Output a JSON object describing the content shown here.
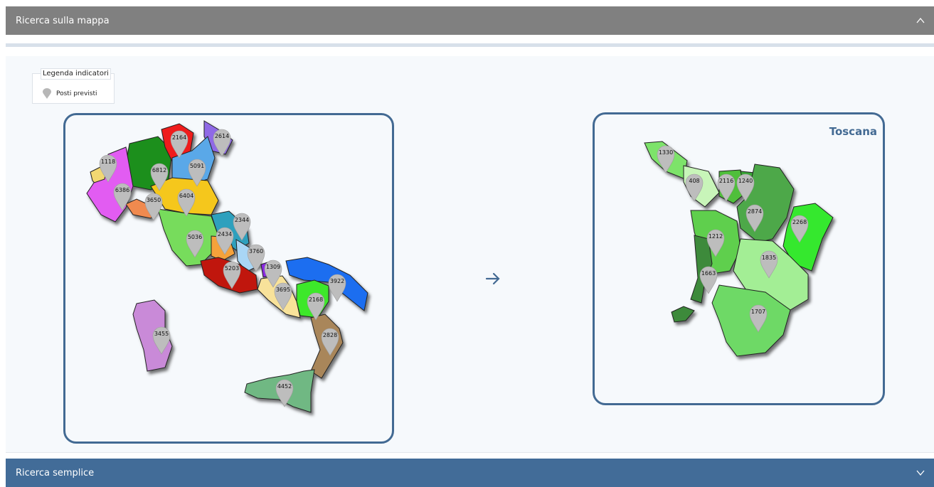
{
  "header_map": {
    "title": "Ricerca sulla mappa"
  },
  "header_simple": {
    "title": "Ricerca semplice"
  },
  "legend": {
    "title": "Legenda indicatori",
    "item": "Posti previsti"
  },
  "region_panel": {
    "title": "Toscana"
  },
  "italy_markers": [
    {
      "value": "2164",
      "color": "#ef1a1a"
    },
    {
      "value": "2614",
      "color": "#8f69e6"
    },
    {
      "value": "1118",
      "color": "#f2d872"
    },
    {
      "value": "6812",
      "color": "#1f8f1f"
    },
    {
      "value": "5091",
      "color": "#5aa8e8"
    },
    {
      "value": "6386",
      "color": "#e25cf2"
    },
    {
      "value": "3650",
      "color": "#f08a50"
    },
    {
      "value": "6404",
      "color": "#f5c71d"
    },
    {
      "value": "2344",
      "color": "#2fa0bd"
    },
    {
      "value": "5036",
      "color": "#77dc5c"
    },
    {
      "value": "2434",
      "color": "#f5a23a"
    },
    {
      "value": "3760",
      "color": "#a9d6f5"
    },
    {
      "value": "1309",
      "color": "#8a2be2"
    },
    {
      "value": "5203",
      "color": "#c0190e"
    },
    {
      "value": "3922",
      "color": "#1a6ef0"
    },
    {
      "value": "3695",
      "color": "#f8e29a"
    },
    {
      "value": "2168",
      "color": "#3ee82a"
    },
    {
      "value": "2828",
      "color": "#a9865a"
    },
    {
      "value": "3455",
      "color": "#c98ad8"
    },
    {
      "value": "4452",
      "color": "#6fb883"
    }
  ],
  "region_markers": [
    {
      "value": "1330",
      "color": "#7de36a"
    },
    {
      "value": "408",
      "color": "#c8f5b9"
    },
    {
      "value": "2116",
      "color": "#4fbf3a"
    },
    {
      "value": "1240",
      "color": "#3aa837"
    },
    {
      "value": "2874",
      "color": "#4da84a"
    },
    {
      "value": "2268",
      "color": "#36e82e"
    },
    {
      "value": "1212",
      "color": "#5ecf4e"
    },
    {
      "value": "1835",
      "color": "#a3ee95"
    },
    {
      "value": "1663",
      "color": "#3c8a3a"
    },
    {
      "value": "1707",
      "color": "#6ed966"
    }
  ]
}
